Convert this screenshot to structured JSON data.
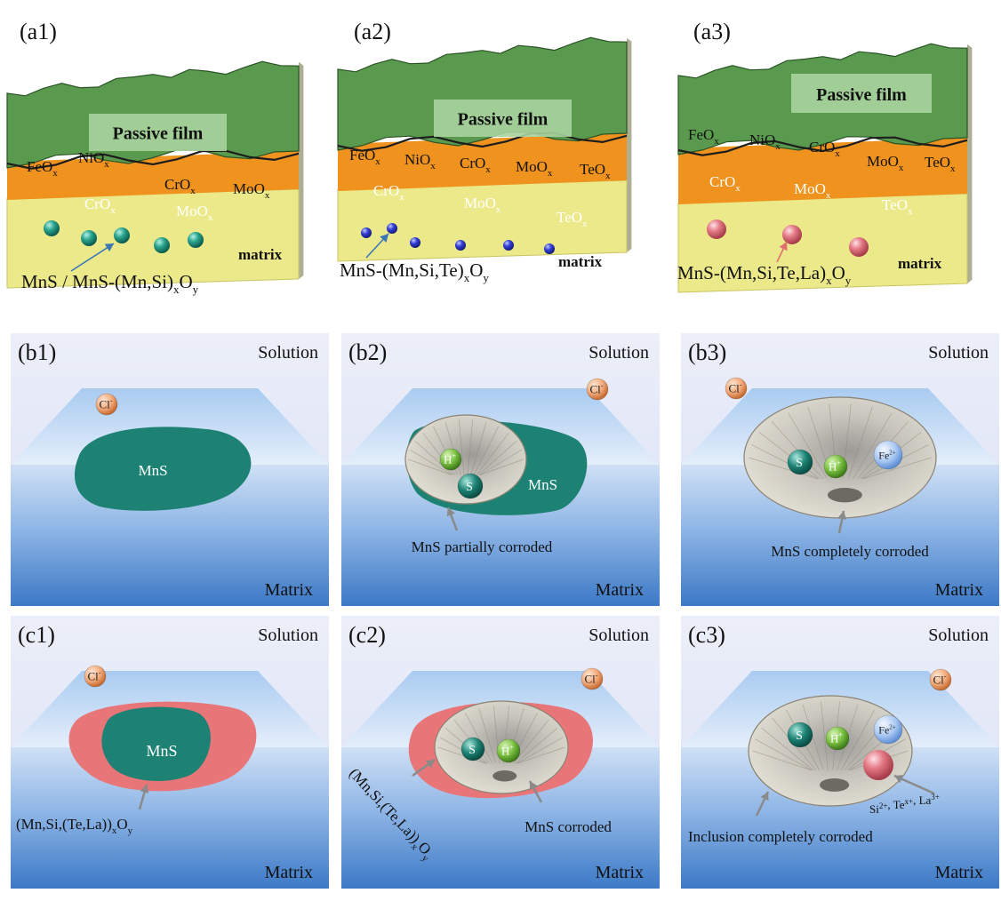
{
  "colors": {
    "passive_green": "#5a9a4e",
    "oxide_orange": "#f0921e",
    "matrix_yellow": "#ebe98a",
    "solution_top": "#e9ecf8",
    "matrix_blue": "#3e7cc8",
    "mns_teal": "#1d8274",
    "complex_pink": "#e87578",
    "cl_orange": "#f2a878",
    "h_green": "#7cc242",
    "fe_blue": "#a9c8f3",
    "inclusion_a1": "#2aa58e",
    "inclusion_a2": "#2b35c8",
    "inclusion_a3": "#e47a86"
  },
  "panels_a": [
    {
      "label": "(a1)",
      "film_title": "Passive film",
      "matrix_label": "matrix",
      "oxides_green": [
        {
          "name": "FeO",
          "sub": "x"
        },
        {
          "name": "NiO",
          "sub": "x"
        },
        {
          "name": "CrO",
          "sub": "x"
        },
        {
          "name": "MoO",
          "sub": "x"
        }
      ],
      "oxides_orange": [
        {
          "name": "CrO",
          "sub": "x"
        },
        {
          "name": "MoO",
          "sub": "x"
        }
      ],
      "inclusion_label": {
        "pre": "MnS / MnS-(Mn,Si)",
        "sub1": "x",
        "mid": "O",
        "sub2": "y"
      }
    },
    {
      "label": "(a2)",
      "film_title": "Passive film",
      "matrix_label": "matrix",
      "oxides_green": [
        {
          "name": "FeO",
          "sub": "x"
        },
        {
          "name": "NiO",
          "sub": "x"
        },
        {
          "name": "CrO",
          "sub": "x"
        },
        {
          "name": "MoO",
          "sub": "x"
        },
        {
          "name": "TeO",
          "sub": "x"
        }
      ],
      "oxides_orange": [
        {
          "name": "CrO",
          "sub": "x"
        },
        {
          "name": "MoO",
          "sub": "x"
        },
        {
          "name": "TeO",
          "sub": "x"
        }
      ],
      "inclusion_label": {
        "pre": "MnS-(Mn,Si,Te)",
        "sub1": "x",
        "mid": "O",
        "sub2": "y"
      }
    },
    {
      "label": "(a3)",
      "film_title": "Passive film",
      "matrix_label": "matrix",
      "oxides_green": [
        {
          "name": "FeO",
          "sub": "x"
        },
        {
          "name": "NiO",
          "sub": "x"
        },
        {
          "name": "CrO",
          "sub": "x"
        },
        {
          "name": "MoO",
          "sub": "x"
        },
        {
          "name": "TeO",
          "sub": "x"
        }
      ],
      "oxides_orange": [
        {
          "name": "CrO",
          "sub": "x"
        },
        {
          "name": "MoO",
          "sub": "x"
        },
        {
          "name": "TeO",
          "sub": "x"
        }
      ],
      "inclusion_label": {
        "pre": "MnS-(Mn,Si,Te,La)",
        "sub1": "x",
        "mid": "O",
        "sub2": "y"
      }
    }
  ],
  "panels_bc": [
    {
      "label": "(b1)",
      "solution": "Solution",
      "matrix": "Matrix",
      "cl": "Cl",
      "cl_sup": "-",
      "mns": "MnS"
    },
    {
      "label": "(b2)",
      "solution": "Solution",
      "matrix": "Matrix",
      "cl": "Cl",
      "cl_sup": "-",
      "mns": "MnS",
      "h": "H",
      "h_sup": "+",
      "s": "S",
      "caption": "MnS partially corroded"
    },
    {
      "label": "(b3)",
      "solution": "Solution",
      "matrix": "Matrix",
      "cl": "Cl",
      "cl_sup": "-",
      "s": "S",
      "h": "H",
      "h_sup": "+",
      "fe": "Fe",
      "fe_sup": "2+",
      "caption": "MnS completely corroded"
    },
    {
      "label": "(c1)",
      "solution": "Solution",
      "matrix": "Matrix",
      "cl": "Cl",
      "cl_sup": "-",
      "mns": "MnS",
      "caption": {
        "pre": "(Mn,Si,(Te,La))",
        "sub1": "x",
        "mid": "O",
        "sub2": "y"
      }
    },
    {
      "label": "(c2)",
      "solution": "Solution",
      "matrix": "Matrix",
      "cl": "Cl",
      "cl_sup": "-",
      "s": "S",
      "h": "H",
      "h_sup": "+",
      "caption": "MnS corroded",
      "rotated": {
        "pre": "(Mn,Si,(Te,La))",
        "sub1": "x",
        "mid": "O",
        "sub2": "y"
      }
    },
    {
      "label": "(c3)",
      "solution": "Solution",
      "matrix": "Matrix",
      "cl": "Cl",
      "cl_sup": "-",
      "s": "S",
      "h": "H",
      "h_sup": "+",
      "fe": "Fe",
      "fe_sup": "2+",
      "ions": [
        {
          "n": "Si",
          "s": "2+"
        },
        {
          "n": "Te",
          "s": "x+"
        },
        {
          "n": "La",
          "s": "3+"
        }
      ],
      "caption": "Inclusion completely corroded"
    }
  ]
}
